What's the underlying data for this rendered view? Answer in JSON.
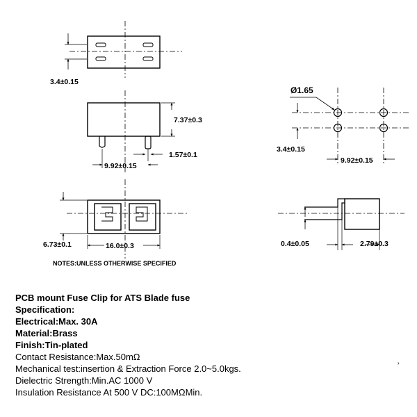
{
  "dimensions": {
    "top_height": "3.4±0.15",
    "side_height": "7.37±0.3",
    "pin_width": "1.57±0.1",
    "pin_spacing": "9.92±0.15",
    "hole_diameter": "Ø1.65",
    "pcb_row_spacing": "3.4±0.15",
    "pcb_col_spacing": "9.92±0.15",
    "bottom_depth": "6.73±0.1",
    "bottom_length": "16.0±0.3",
    "right_thickness": "0.4±0.05",
    "right_length": "2.79±0.3"
  },
  "notes": "NOTES:UNLESS OTHERWISE SPECIFIED",
  "spec": {
    "title": "PCB mount Fuse Clip for ATS Blade fuse",
    "heading": "Specification:",
    "electrical": "Electrical:Max. 30A",
    "material": "Material:Brass",
    "finish": "Finish:Tin-plated",
    "contact": "Contact Resistance:Max.50mΩ",
    "mechanical": "Mechanical test:insertion & Extraction Force 2.0~5.0kgs.",
    "dielectric": "Dielectric Strength:Min.AC 1000 V",
    "insulation": "Insulation Resistance At 500 V DC:100MΩMin."
  },
  "stray_mark": "›"
}
